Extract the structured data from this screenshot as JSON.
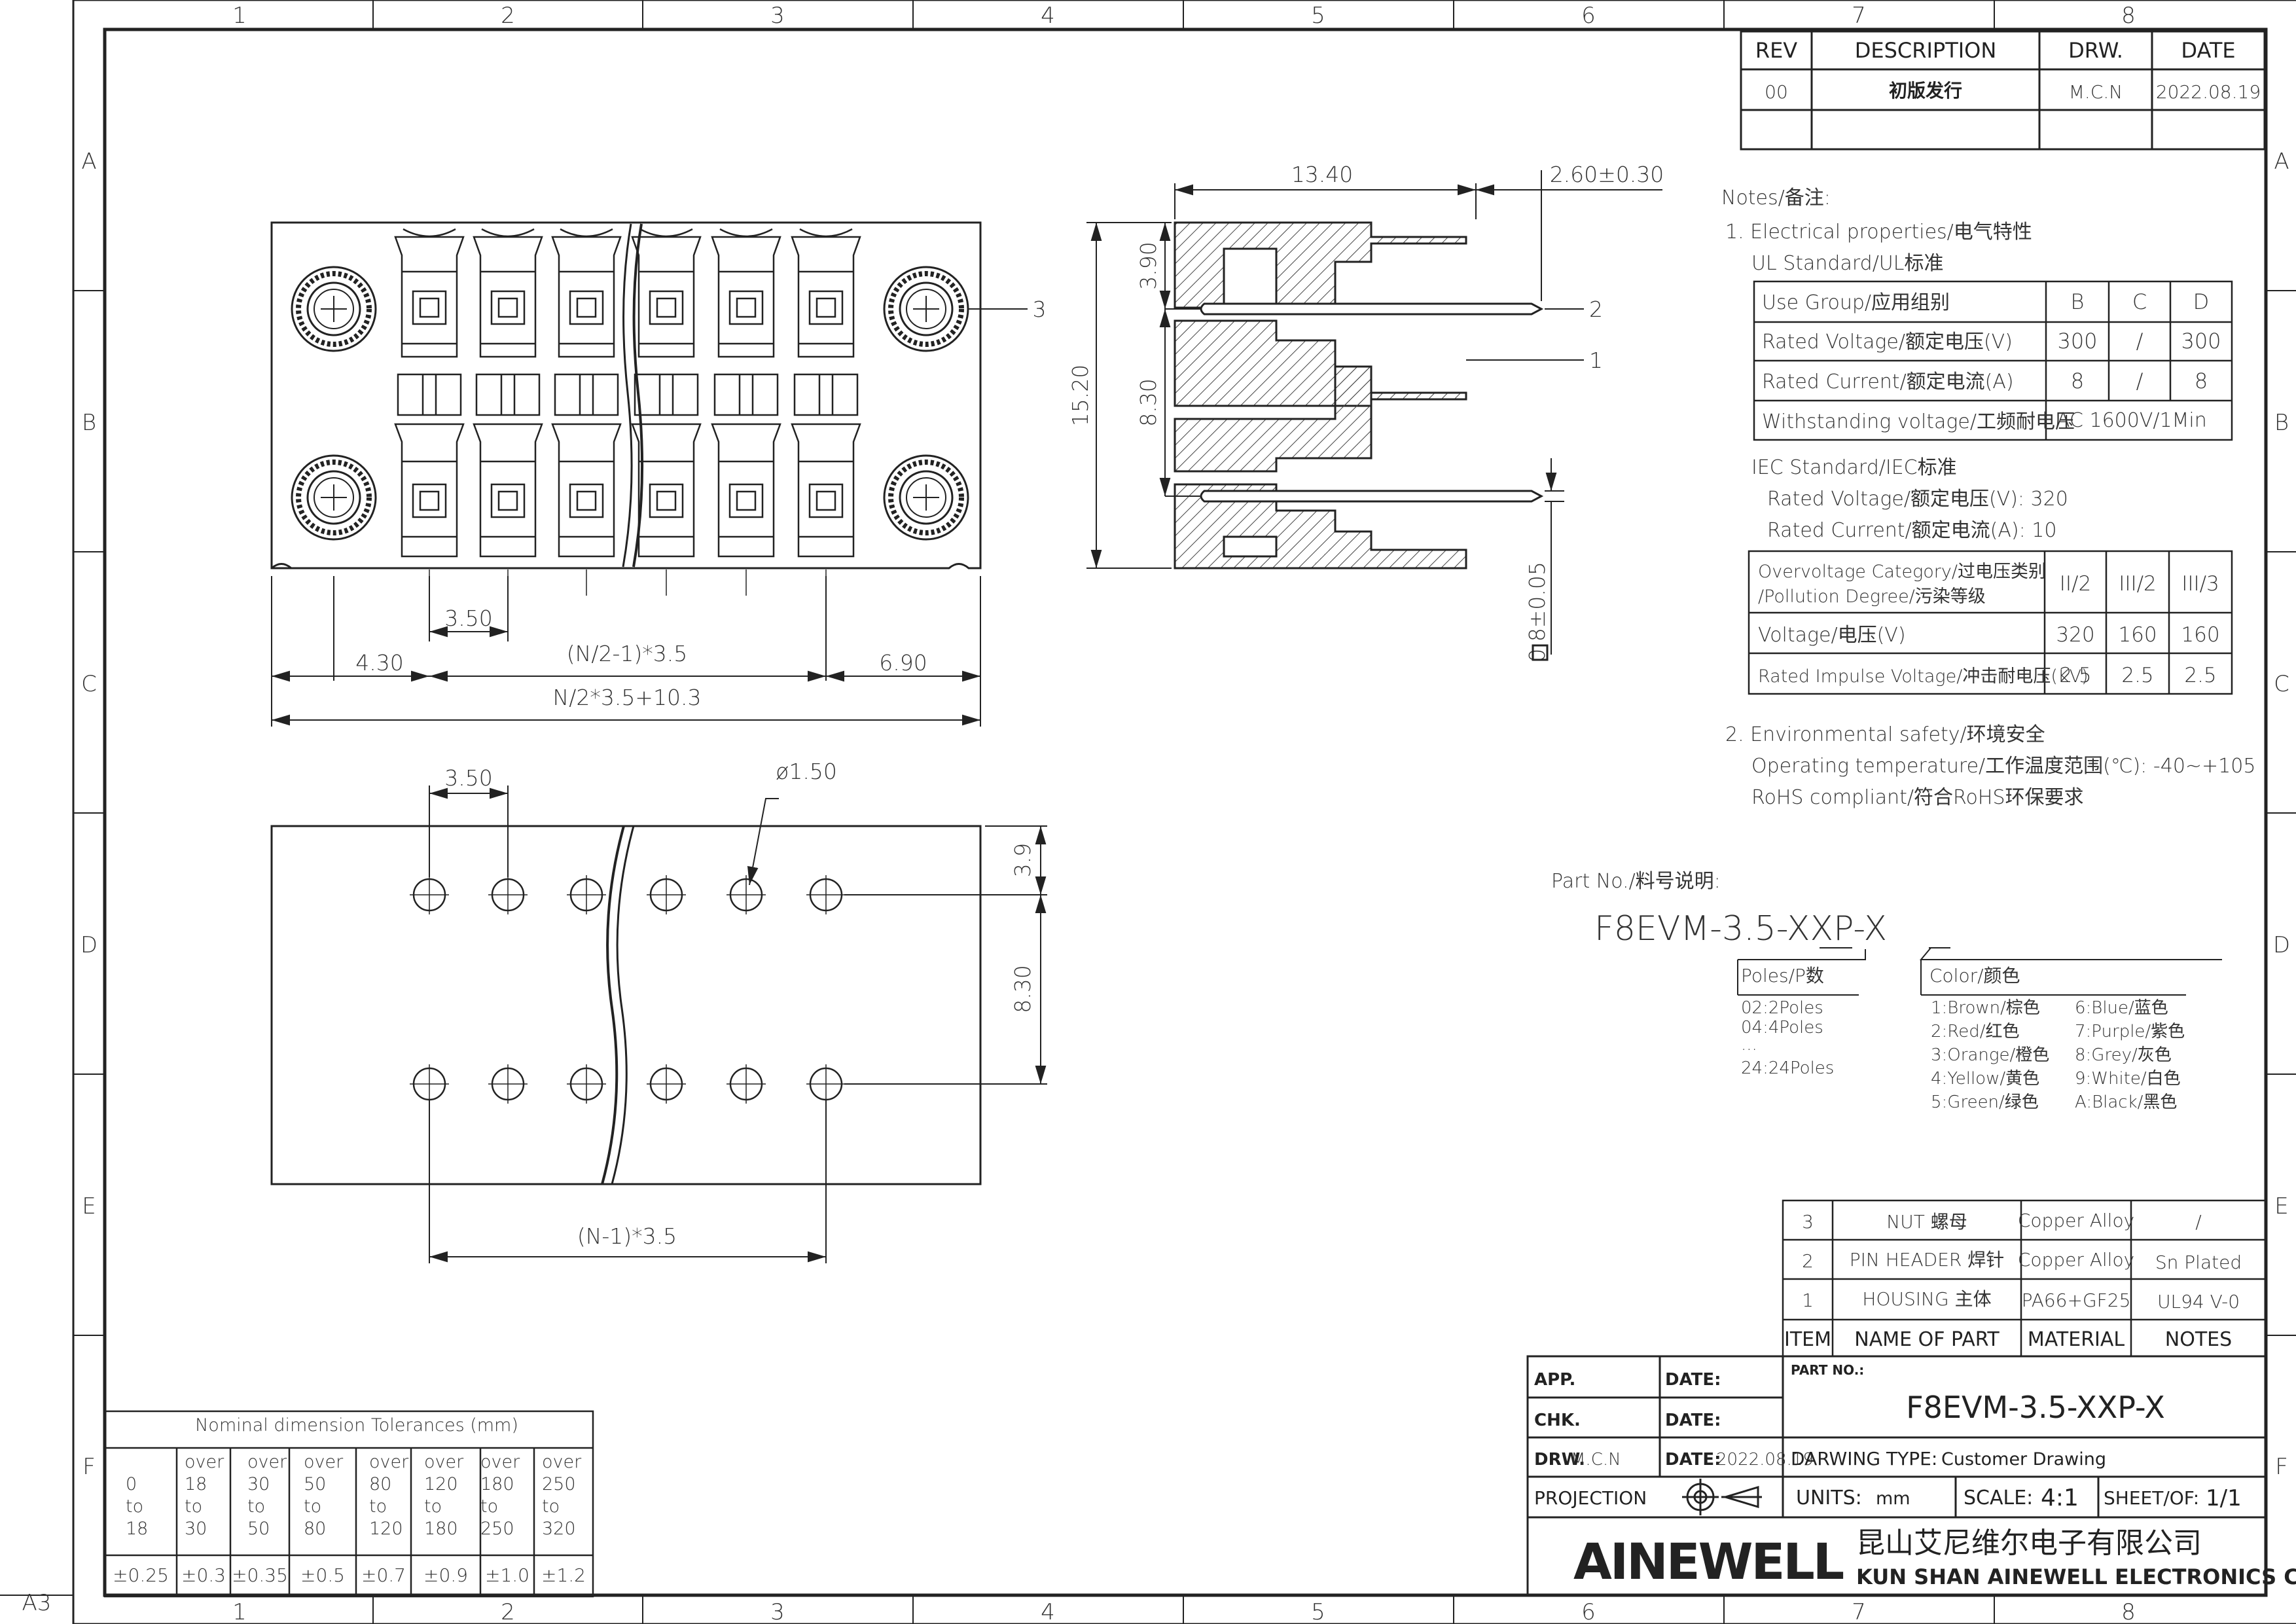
{
  "zones": {
    "columns": [
      "1",
      "2",
      "3",
      "4",
      "5",
      "6",
      "7",
      "8"
    ],
    "rows": [
      "A",
      "B",
      "C",
      "D",
      "E",
      "F"
    ],
    "sheet_size": "A3"
  },
  "revision": {
    "headers": [
      "REV",
      "DESCRIPTION",
      "DRW.",
      "DATE"
    ],
    "rows": [
      [
        "00",
        "初版发行",
        "M.C.N",
        "2022.08.19"
      ]
    ]
  },
  "notes": {
    "title": "Notes/备注:",
    "electrical": "1. Electrical properties/电气特性",
    "ul_standard": "UL Standard/UL标准",
    "ul_table": {
      "headers": [
        "Use Group/应用组别",
        "B",
        "C",
        "D"
      ],
      "rows": [
        [
          "Rated Voltage/额定电压(V)",
          "300",
          "/",
          "300"
        ],
        [
          "Rated Current/额定电流(A)",
          "8",
          "/",
          "8"
        ],
        [
          "Withstanding voltage/工频耐电压",
          "AC 1600V/1Min"
        ]
      ]
    },
    "iec_standard": "IEC Standard/IEC标准",
    "iec_voltage": "Rated Voltage/额定电压(V): 320",
    "iec_current": "Rated Current/额定电流(A): 10",
    "iec_table": {
      "header_line1": "Overvoltage Category/过电压类别",
      "header_line2": "/Pollution Degree/污染等级",
      "headers": [
        "II/2",
        "III/2",
        "III/3"
      ],
      "rows": [
        [
          "Voltage/电压(V)",
          "320",
          "160",
          "160"
        ],
        [
          "Rated Impulse Voltage/冲击耐电压(KV)",
          "2.5",
          "2.5",
          "2.5"
        ]
      ]
    },
    "environmental": "2. Environmental safety/环境安全",
    "operating_temp": "Operating temperature/工作温度范围(℃): -40~+105",
    "rohs": "RoHS compliant/符合RoHS环保要求"
  },
  "part_number": {
    "label": "Part No./料号说明:",
    "code": "F8EVM-3.5-XXP-X",
    "poles_title": "Poles/P数",
    "poles": [
      "02:2Poles",
      "04:4Poles",
      "...",
      "24:24Poles"
    ],
    "color_title": "Color/颜色",
    "colors_left": [
      "1:Brown/棕色",
      "2:Red/红色",
      "3:Orange/橙色",
      "4:Yellow/黄色",
      "5:Green/绿色"
    ],
    "colors_right": [
      "6:Blue/蓝色",
      "7:Purple/紫色",
      "8:Grey/灰色",
      "9:White/白色",
      "A:Black/黑色"
    ]
  },
  "dimensions": {
    "top_width": "13.40",
    "pin_protrusion": "2.60±0.30",
    "height_3_90": "3.90",
    "height_total": "15.20",
    "height_8_30": "8.30",
    "pin_square": "0.8±0.05",
    "pitch": "3.50",
    "edge_left": "4.30",
    "half_span": "(N/2-1)*3.5",
    "edge_right": "6.90",
    "overall": "N/2*3.5+10.3",
    "hole_dia": "ø1.50",
    "hole_row_offset": "3.9",
    "hole_row_spacing": "8.30",
    "hole_span": "(N-1)*3.5",
    "callout_1": "1",
    "callout_2": "2",
    "callout_3": "3"
  },
  "bom": {
    "headers": [
      "ITEM",
      "NAME OF PART",
      "MATERIAL",
      "NOTES"
    ],
    "rows": [
      [
        "3",
        "NUT 螺母",
        "Copper Alloy",
        "/"
      ],
      [
        "2",
        "PIN HEADER 焊针",
        "Copper Alloy",
        "Sn Plated"
      ],
      [
        "1",
        "HOUSING 主体",
        "PA66+GF25",
        "UL94 V-0"
      ]
    ]
  },
  "title_block": {
    "app": "APP.",
    "date1": "DATE:",
    "chk": "CHK.",
    "date2": "DATE:",
    "drw": "DRW.",
    "drw_value": "M.C.N",
    "drw_date": "DATE:",
    "drw_date_value": "2022.08.19",
    "projection": "PROJECTION",
    "part_no_label": "PART NO.:",
    "part_no": "F8EVM-3.5-XXP-X",
    "drawing_type_label": "DARWING TYPE:",
    "drawing_type": "Customer Drawing",
    "units_label": "UNITS:",
    "units": "mm",
    "scale_label": "SCALE:",
    "scale": "4:1",
    "sheet_label": "SHEET/OF:",
    "sheet": "1/1",
    "logo": "AINEWELL",
    "company_cn": "昆山艾尼维尔电子有限公司",
    "company_en": "KUN SHAN AINEWELL ELECTRONICS CO.,LTD"
  },
  "tolerances": {
    "title": "Nominal dimension Tolerances (mm)",
    "ranges": [
      [
        "0",
        "to",
        "18"
      ],
      [
        "over",
        "18",
        "to",
        "30"
      ],
      [
        "over",
        "30",
        "to",
        "50"
      ],
      [
        "over",
        "50",
        "to",
        "80"
      ],
      [
        "over",
        "80",
        "to",
        "120"
      ],
      [
        "over",
        "120",
        "to",
        "180"
      ],
      [
        "over",
        "180",
        "to",
        "250"
      ],
      [
        "over",
        "250",
        "to",
        "320"
      ]
    ],
    "values": [
      "±0.25",
      "±0.3",
      "±0.35",
      "±0.5",
      "±0.7",
      "±0.9",
      "±1.0",
      "±1.2"
    ]
  }
}
